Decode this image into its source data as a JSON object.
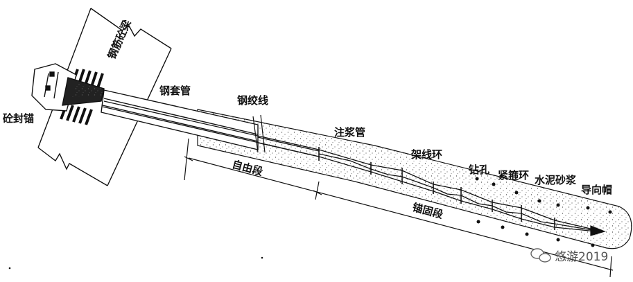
{
  "labels": {
    "concrete_beam": "钢筋砼梁",
    "anchor_head": "砼封锚",
    "steel_sleeve": "钢套管",
    "strand": "钢绞线",
    "grout_pipe": "注浆管",
    "spacer_ring": "架线环",
    "borehole": "钻孔",
    "tight_ring": "紧箍环",
    "cement_mortar": "水泥砂浆",
    "guide_cap": "导向帽",
    "free_section": "自由段",
    "anchor_section": "锚固段"
  },
  "watermark": {
    "text": "悠游2019",
    "icon": "wechat-icon"
  },
  "colors": {
    "line": "#111111",
    "mortar_dot": "#444444",
    "background": "#ffffff"
  }
}
